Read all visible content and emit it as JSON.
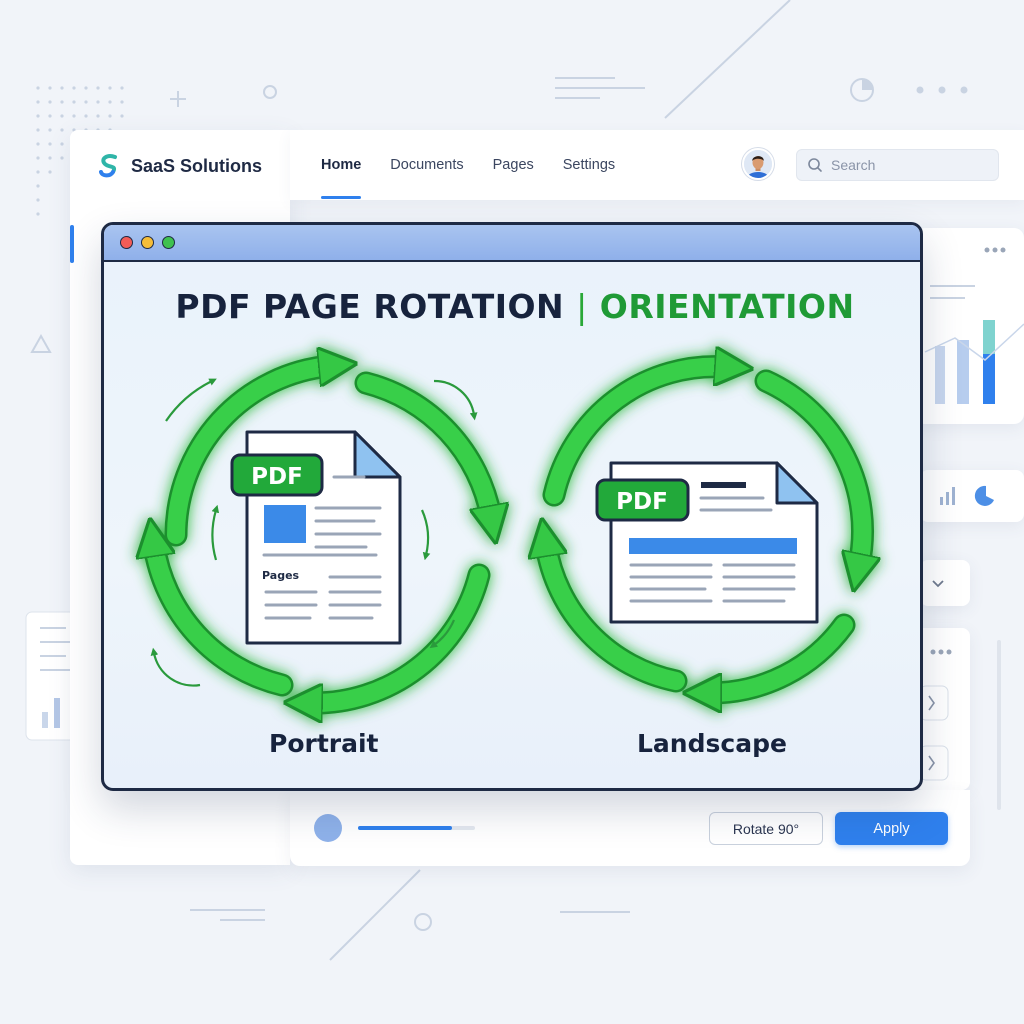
{
  "brand": {
    "name": "SaaS Solutions"
  },
  "nav": {
    "items": [
      {
        "label": "Home",
        "active": true
      },
      {
        "label": "Documents",
        "active": false
      },
      {
        "label": "Pages",
        "active": false
      },
      {
        "label": "Settings",
        "active": false
      }
    ]
  },
  "search": {
    "placeholder": "Search",
    "icon": "search-icon"
  },
  "window": {
    "title_main": "PDF PAGE ROTATION",
    "title_separator": "|",
    "title_accent": "ORIENTATION",
    "portrait": {
      "badge": "PDF",
      "section_label": "Pages",
      "caption": "Portrait"
    },
    "landscape": {
      "badge": "PDF",
      "caption": "Landscape"
    }
  },
  "bottom_bar": {
    "progress": 0.8,
    "rotate_button": "Rotate 90°",
    "apply_button": "Apply"
  },
  "colors": {
    "accent_blue": "#2f80ed",
    "rotation_green": "#2fc43f",
    "badge_green": "#22a93a",
    "window_border": "#1e2a44"
  }
}
